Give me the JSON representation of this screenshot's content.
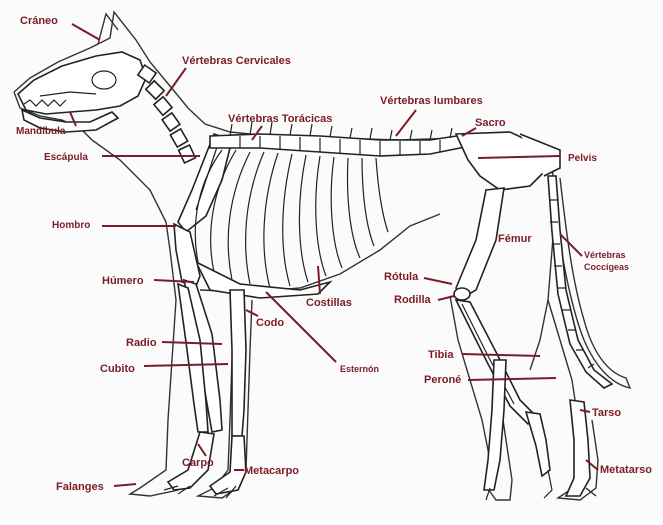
{
  "colors": {
    "label": "#7a1c28",
    "line": "#222222",
    "background": "#fbfbfb"
  },
  "labels": {
    "craneo": "Cráneo",
    "vertebras_cervicales": "Vértebras Cervicales",
    "vertebras_lumbares": "Vértebras lumbares",
    "sacro": "Sacro",
    "vertebras_toracicas": "Vértebras Torácicas",
    "mandibula": "Mandíbula",
    "escapula": "Escápula",
    "pelvis": "Pelvis",
    "hombro": "Hombro",
    "femur": "Fémur",
    "vertebras_coccigeas_1": "Vértebras",
    "vertebras_coccigeas_2": "Coccígeas",
    "humero": "Húmero",
    "rotula": "Rótula",
    "costillas": "Costillas",
    "rodilla": "Rodilla",
    "codo": "Codo",
    "radio": "Radio",
    "esternon": "Esternón",
    "tibia": "Tibia",
    "cubito": "Cubito",
    "perone": "Peroné",
    "tarso": "Tarso",
    "carpo": "Carpo",
    "metacarpo": "Metacarpo",
    "falanges": "Falanges",
    "metatarso": "Metatarso"
  }
}
